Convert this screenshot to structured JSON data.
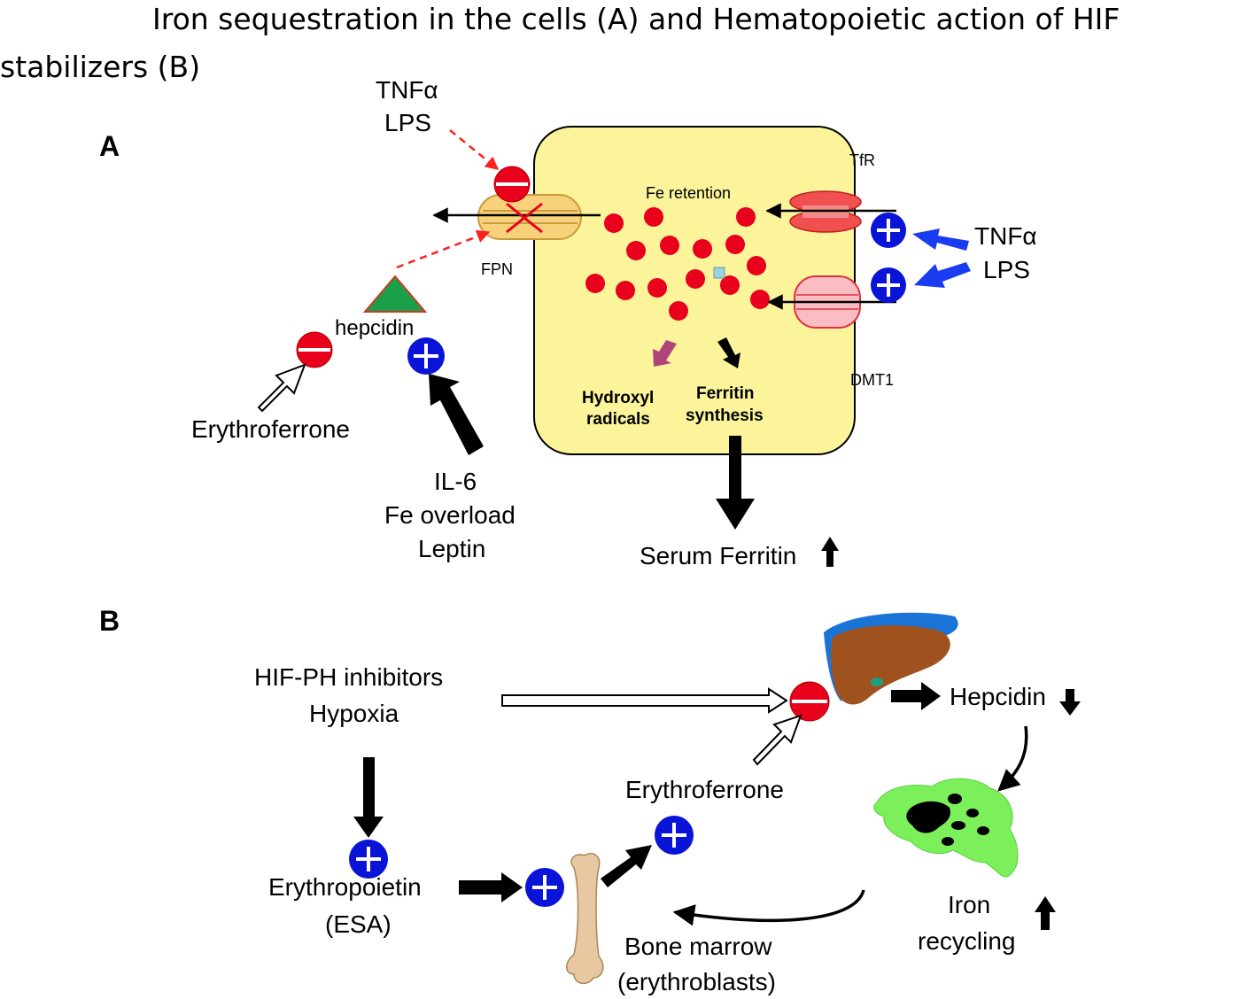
{
  "title": {
    "line1": "Iron sequestration in the cells (A) and Hematopoietic action of HIF",
    "line2": "stabilizers (B)"
  },
  "panel_a": {
    "label": "A",
    "tnf_top": "TNFα",
    "lps_top": "LPS",
    "fe_retention": "Fe retention",
    "tfr": "TfR",
    "fpn": "FPN",
    "tnf_right": "TNFα",
    "lps_right": "LPS",
    "dmt1": "DMT1",
    "hepcidin": "hepcidin",
    "erythroferrone": "Erythroferrone",
    "hydroxyl_1": "Hydroxyl",
    "hydroxyl_2": "radicals",
    "ferritin_1": "Ferritin",
    "ferritin_2": "synthesis",
    "il6": "IL-6",
    "fe_overload": "Fe overload",
    "leptin": "Leptin",
    "serum_ferritin": "Serum Ferritin"
  },
  "panel_b": {
    "label": "B",
    "hif_ph": "HIF-PH inhibitors",
    "hypoxia": "Hypoxia",
    "hepcidin": "Hepcidin",
    "erythroferrone": "Erythroferrone",
    "erythropoietin": "Erythropoietin",
    "esa": "(ESA)",
    "iron": "Iron",
    "recycling": "recycling",
    "bone_marrow": "Bone marrow",
    "erythroblasts": "(erythroblasts)"
  },
  "colors": {
    "cell_fill": "#fbf49b",
    "iron_dot": "#e8001c",
    "inhibit_red": "#e8001c",
    "activate_blue": "#0a14d6",
    "hepcidin_green": "#1aa04a",
    "macrophage_green": "#7cf05a",
    "liver_brown": "#a0521e",
    "liver_blue": "#1a74d8",
    "dashed_red": "#ff2020",
    "ros_purple": "#b0437a"
  }
}
